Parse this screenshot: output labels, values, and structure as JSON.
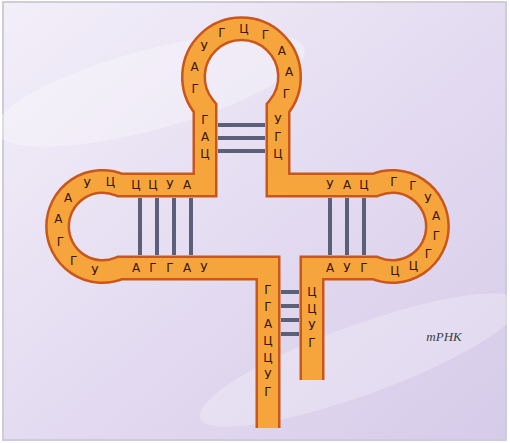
{
  "diagram": {
    "labels": [
      "Г",
      "А",
      "Ц",
      "Г",
      "А",
      "У",
      "Г",
      "Ц",
      "Г",
      "А",
      "А",
      "Г",
      "У",
      "Г",
      "Ц",
      "Ц",
      "Ц",
      "У",
      "А",
      "Ц",
      "У",
      "А",
      "А",
      "Г",
      "Г",
      "У",
      "А",
      "Г",
      "Г",
      "А",
      "У",
      "У",
      "А",
      "Ц",
      "Г",
      "Г",
      "У",
      "А",
      "Г",
      "Г",
      "Ц",
      "Ц",
      "А",
      "У",
      "Г",
      "Г",
      "Г",
      "А",
      "Ц",
      "Ц",
      "У",
      "Г",
      "Ц",
      "Ц",
      "У",
      "Г",
      "тРНК"
    ]
  }
}
